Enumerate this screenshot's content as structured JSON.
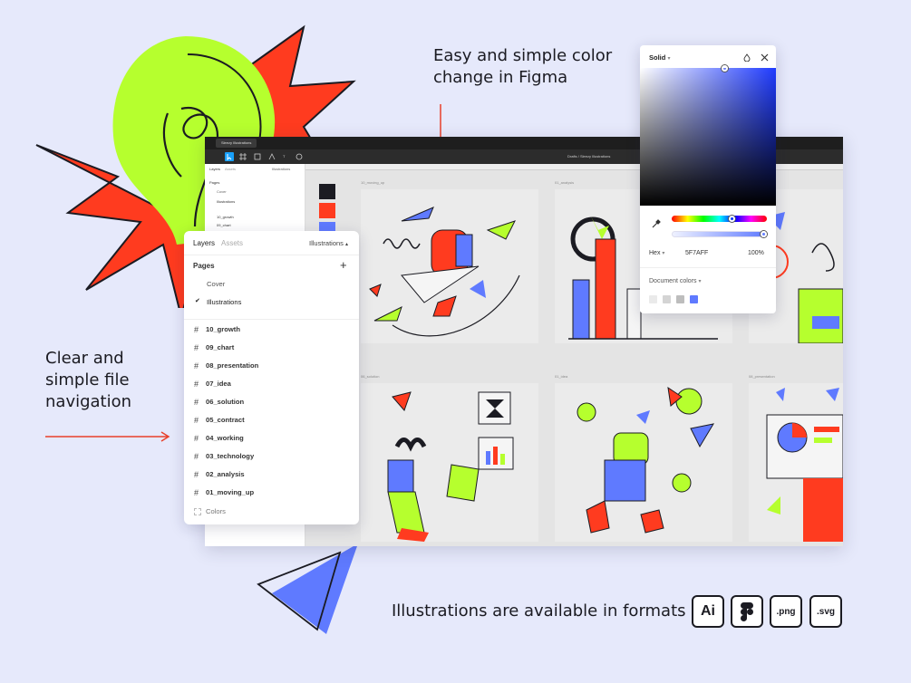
{
  "captions": {
    "color_change": [
      "Easy and simple color",
      "change in Figma"
    ],
    "navigation": [
      "Clear and",
      "simple file",
      "navigation"
    ],
    "formats": "Illustrations are available in formats"
  },
  "figma": {
    "tab_title": "Sleezy Illustrations",
    "breadcrumb": "Drafts / Sleezy Illustrations",
    "frames": [
      "10_moving_up",
      "01_analysis",
      "06_solution",
      "01_idea",
      "08_presentation"
    ]
  },
  "mini_panel": {
    "tabs": [
      "Layers",
      "Assets"
    ],
    "page_select": "Illustrations",
    "pages_heading": "Pages",
    "pages": [
      "Cover",
      "Illustrations"
    ],
    "layers": [
      "10_growth",
      "09_chart"
    ]
  },
  "layers_panel": {
    "tab_layers": "Layers",
    "tab_assets": "Assets",
    "page_select": "Illustrations",
    "pages_heading": "Pages",
    "pages": [
      {
        "label": "Cover",
        "checked": false
      },
      {
        "label": "Illustrations",
        "checked": true
      }
    ],
    "frames": [
      "10_growth",
      "09_chart",
      "08_presentation",
      "07_idea",
      "06_solution",
      "05_contract",
      "04_working",
      "03_technology",
      "02_analysis",
      "01_moving_up"
    ],
    "colors_label": "Colors"
  },
  "color_picker": {
    "mode": "Solid",
    "format": "Hex",
    "hex": "5F7AFF",
    "opacity": "100%",
    "doc_colors_label": "Document colors",
    "doc_colors": [
      "#eaeaea",
      "#d4d4d4",
      "#bdbdbd",
      "#5f7aff"
    ]
  },
  "formats": [
    {
      "label": "Ai"
    },
    {
      "label": "figma-icon"
    },
    {
      "label": ".png"
    },
    {
      "label": ".svg"
    }
  ],
  "colors": {
    "background": "#e6e9fb",
    "lime": "#b6ff2e",
    "red": "#ff3b1f",
    "blue": "#5f7aff"
  }
}
